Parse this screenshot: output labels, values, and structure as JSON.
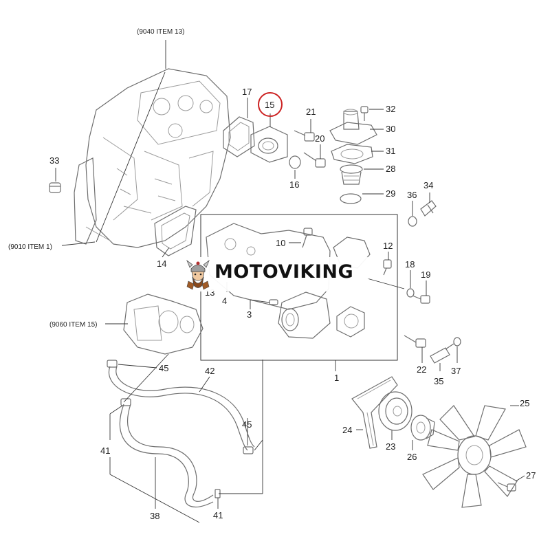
{
  "labels": {
    "n1": "1",
    "n3": "3",
    "n4": "4",
    "n13": "13",
    "n14": "14",
    "n15": "15",
    "n16": "16",
    "n17": "17",
    "n18": "18",
    "n19": "19",
    "n20": "20",
    "n21": "21",
    "n22": "22",
    "n23": "23",
    "n24": "24",
    "n25": "25",
    "n26": "26",
    "n27": "27",
    "n28": "28",
    "n29": "29",
    "n30": "30",
    "n31": "31",
    "n32": "32",
    "n33": "33",
    "n34": "34",
    "n35": "35",
    "n36": "36",
    "n37": "37",
    "n38": "38",
    "n41a": "41",
    "n41b": "41",
    "n42": "42",
    "n45a": "45",
    "n45b": "45",
    "n10": "10",
    "n12": "12"
  },
  "refs": {
    "r9040": "(9040 ITEM 13)",
    "r9010": "(9010 ITEM 1)",
    "r9060": "(9060 ITEM 15)"
  },
  "watermark": {
    "text": "MOTOVIKING"
  },
  "colors": {
    "highlight": "#cc2222",
    "line": "#333333",
    "part": "#6d6d6d"
  },
  "highlighted_part": "15"
}
